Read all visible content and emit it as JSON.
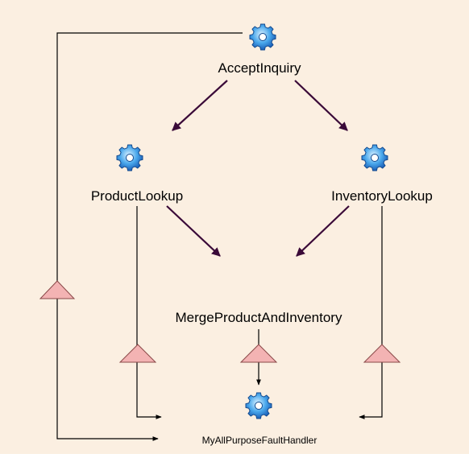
{
  "diagram": {
    "colors": {
      "background": "#fbefe1",
      "flow_arrow": "#3a0a38",
      "fault_triangle": "#f3b3b3",
      "gear": "#2a8ae0"
    },
    "nodes": [
      {
        "id": "accept",
        "label": "AcceptInquiry",
        "icon": "gear-icon"
      },
      {
        "id": "product",
        "label": "ProductLookup",
        "icon": "gear-icon"
      },
      {
        "id": "inventory",
        "label": "InventoryLookup",
        "icon": "gear-icon"
      },
      {
        "id": "merge",
        "label": "MergeProductAndInventory",
        "icon": ""
      },
      {
        "id": "fault",
        "label": "MyAllPurposeFaultHandler",
        "icon": "gear-icon"
      }
    ],
    "edges": [
      {
        "from": "AcceptInquiry",
        "to": "ProductLookup",
        "kind": "flow"
      },
      {
        "from": "AcceptInquiry",
        "to": "InventoryLookup",
        "kind": "flow"
      },
      {
        "from": "ProductLookup",
        "to": "MergeProductAndInventory",
        "kind": "flow"
      },
      {
        "from": "InventoryLookup",
        "to": "MergeProductAndInventory",
        "kind": "flow"
      },
      {
        "from": "AcceptInquiry",
        "to": "MyAllPurposeFaultHandler",
        "kind": "fault"
      },
      {
        "from": "ProductLookup",
        "to": "MyAllPurposeFaultHandler",
        "kind": "fault"
      },
      {
        "from": "MergeProductAndInventory",
        "to": "MyAllPurposeFaultHandler",
        "kind": "fault"
      },
      {
        "from": "InventoryLookup",
        "to": "MyAllPurposeFaultHandler",
        "kind": "fault"
      }
    ]
  }
}
